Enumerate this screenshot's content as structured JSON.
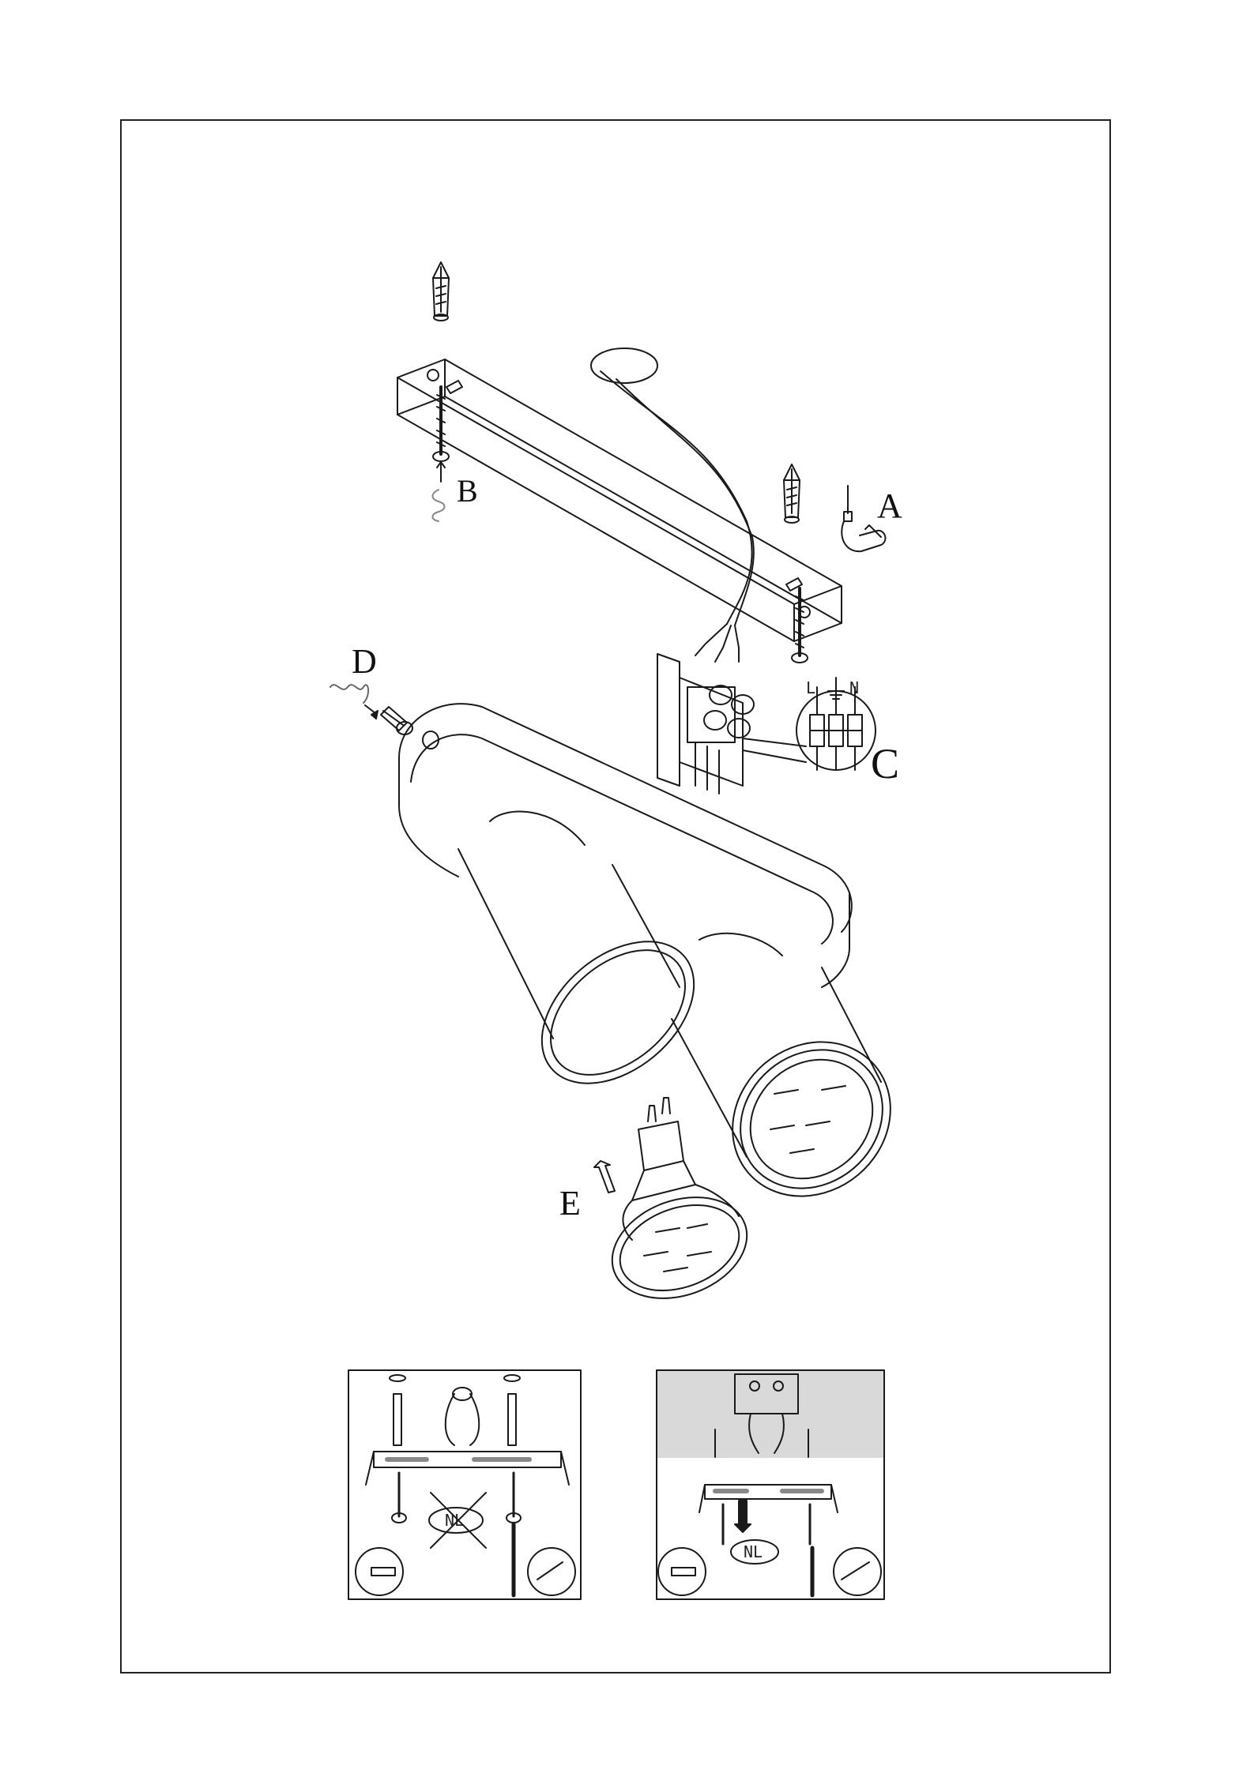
{
  "labels": {
    "a": "A",
    "b": "B",
    "c": "C",
    "d": "D",
    "e": "E"
  },
  "terminal": {
    "live": "L",
    "neutral": "N",
    "earth_icon": "earth-ground-icon"
  },
  "panels": {
    "left_badge": "NL",
    "right_badge": "NL"
  },
  "colors": {
    "line": "#1a1a1a",
    "panel_sky": "#d9d9d9"
  }
}
